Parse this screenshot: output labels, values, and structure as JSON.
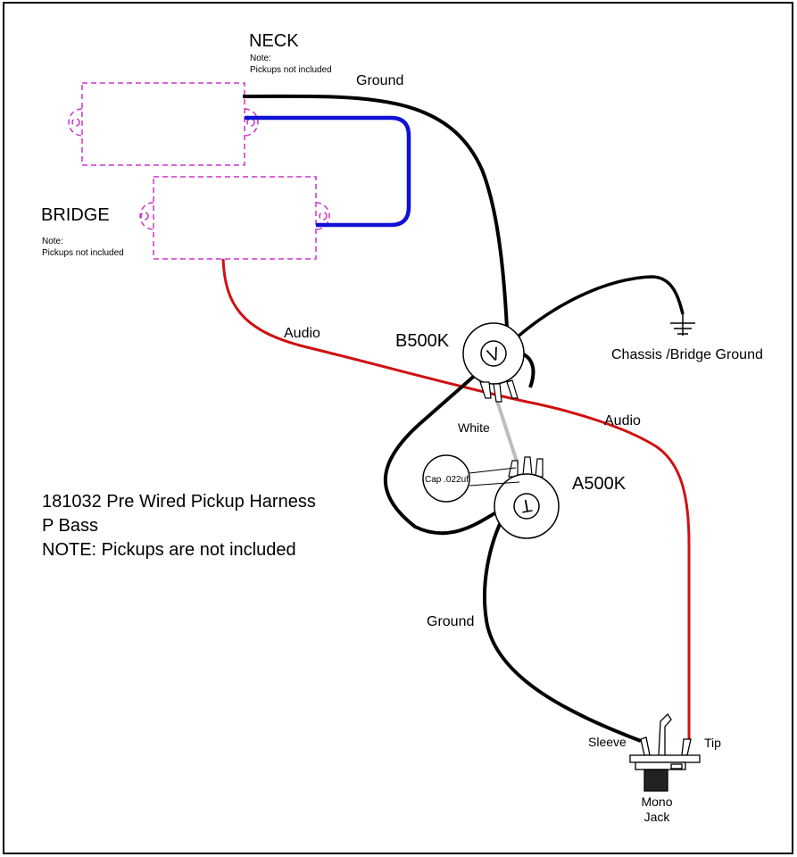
{
  "colors": {
    "ground_wire": "#000000",
    "audio_wire": "#d01010",
    "blue_wire": "#1010d8",
    "white_wire": "#bdbdbd",
    "pickup_outline": "#cc33cc"
  },
  "pickups": {
    "neck": {
      "label": "NECK",
      "note_line1": "Note:",
      "note_line2": "Pickups not included"
    },
    "bridge": {
      "label": "BRIDGE",
      "note_line1": "Note:",
      "note_line2": "Pickups not included"
    }
  },
  "wires": {
    "ground_top": "Ground",
    "audio_left": "Audio",
    "audio_right": "Audio",
    "white": "White",
    "ground_bottom": "Ground"
  },
  "components": {
    "volume_pot": {
      "label": "B500K",
      "symbol": "V"
    },
    "tone_pot": {
      "label": "A500K",
      "symbol": "T"
    },
    "capacitor": {
      "label": "Cap .022uf"
    },
    "chassis_ground": {
      "label": "Chassis /Bridge Ground"
    },
    "jack": {
      "sleeve": "Sleeve",
      "tip": "Tip",
      "name_line1": "Mono",
      "name_line2": "Jack"
    }
  },
  "title_block": {
    "line1": "181032 Pre Wired Pickup Harness",
    "line2": "P Bass",
    "line3": "NOTE: Pickups are not included"
  }
}
